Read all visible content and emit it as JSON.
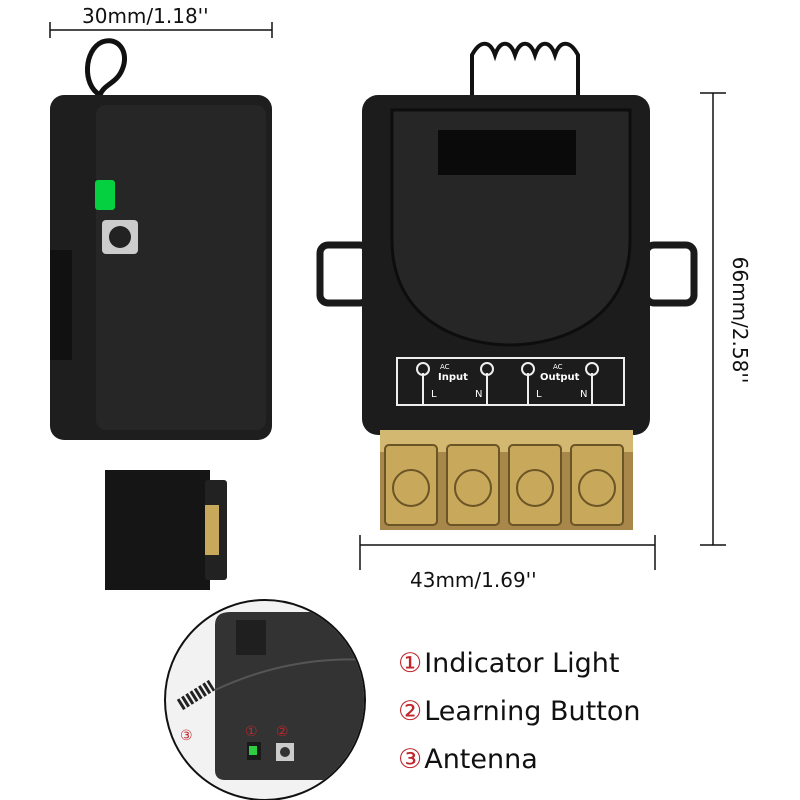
{
  "dimensions": {
    "width": "30mm/1.18''",
    "height": "66mm/2.58''",
    "depth": "43mm/1.69''"
  },
  "terminal_label": {
    "input_ac": "AC",
    "input": "Input",
    "output_ac": "AC",
    "output": "Output",
    "l1": "L",
    "n1": "N",
    "l2": "L",
    "n2": "N"
  },
  "legend": [
    {
      "number": "①",
      "label": "Indicator Light"
    },
    {
      "number": "②",
      "label": "Learning Button"
    },
    {
      "number": "③",
      "label": "Antenna"
    }
  ],
  "inset_markers": {
    "one": "①",
    "two": "②",
    "three": "③"
  },
  "colors": {
    "marker_red": "#c0272d",
    "indicator_green": "#2ecc40",
    "body": "#1c1c1c",
    "brass": "#c8a85a"
  }
}
